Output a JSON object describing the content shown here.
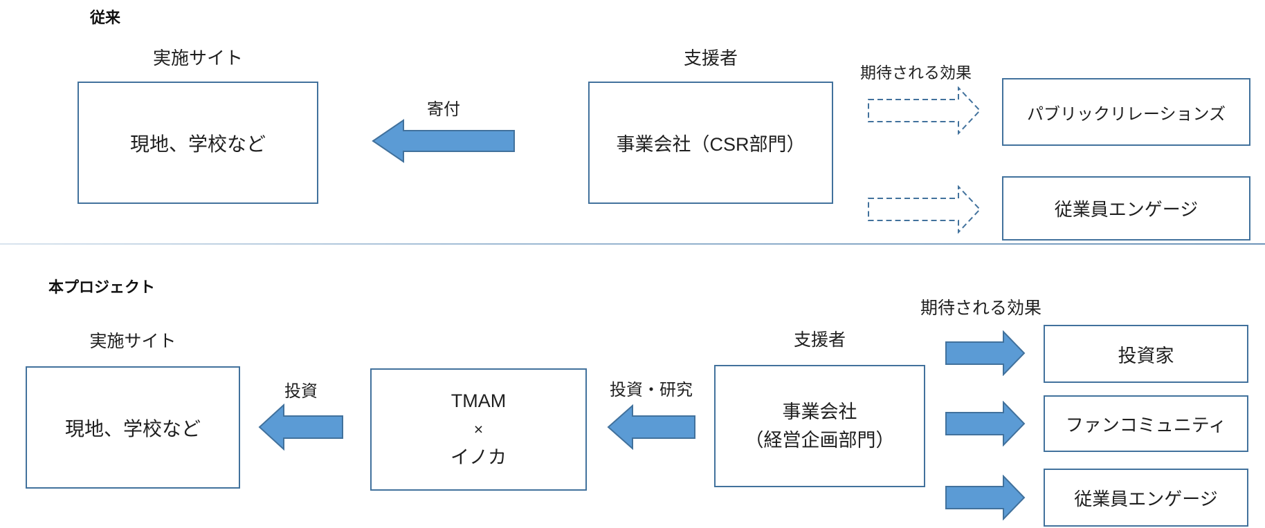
{
  "colors": {
    "arrow_fill": "#5B9BD5",
    "shape_border": "#41719C",
    "text": "#1f1f1f",
    "divider_from": "#d9e4ee",
    "divider_to": "#6d94b8"
  },
  "conventional": {
    "section_title": "従来",
    "site_label": "実施サイト",
    "site_box": "現地、学校など",
    "donation_arrow_label": "寄付",
    "supporter_label": "支援者",
    "supporter_box": "事業会社（CSR部門）",
    "effects_label": "期待される効果",
    "effect_boxes": [
      "パブリックリレーションズ",
      "従業員エンゲージ"
    ]
  },
  "project": {
    "section_title": "本プロジェクト",
    "site_label": "実施サイト",
    "site_box": "現地、学校など",
    "invest_arrow_label": "投資",
    "middle_box_lines": [
      "TMAM",
      "×",
      "イノカ"
    ],
    "invest_research_arrow_label": "投資・研究",
    "supporter_label": "支援者",
    "supporter_box_lines": [
      "事業会社",
      "（経営企画部門）"
    ],
    "effects_label": "期待される効果",
    "effect_boxes": [
      "投資家",
      "ファンコミュニティ",
      "従業員エンゲージ"
    ]
  }
}
